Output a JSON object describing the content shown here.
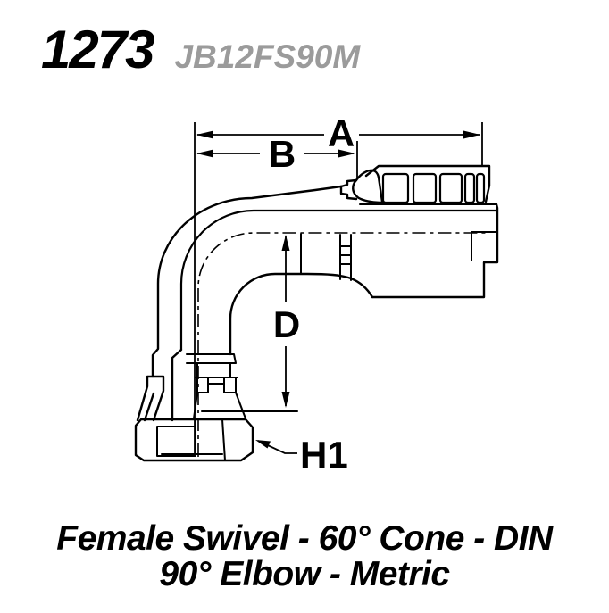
{
  "page": {
    "background_color": "#ffffff",
    "line_color": "#000000"
  },
  "header": {
    "part_number": "1273",
    "part_number_color": "#000000",
    "model_code": "JB12FS90M",
    "model_code_color": "#9b9b9b"
  },
  "diagram": {
    "description": "Cross-section line drawing of a 90 degree elbow hose fitting with female swivel nut and crimp ferrule",
    "dimension_labels": {
      "a": "A",
      "b": "B",
      "d": "D",
      "h1": "H1"
    }
  },
  "caption": {
    "line1": "Female Swivel - 60° Cone - DIN",
    "line2": "90° Elbow - Metric"
  }
}
